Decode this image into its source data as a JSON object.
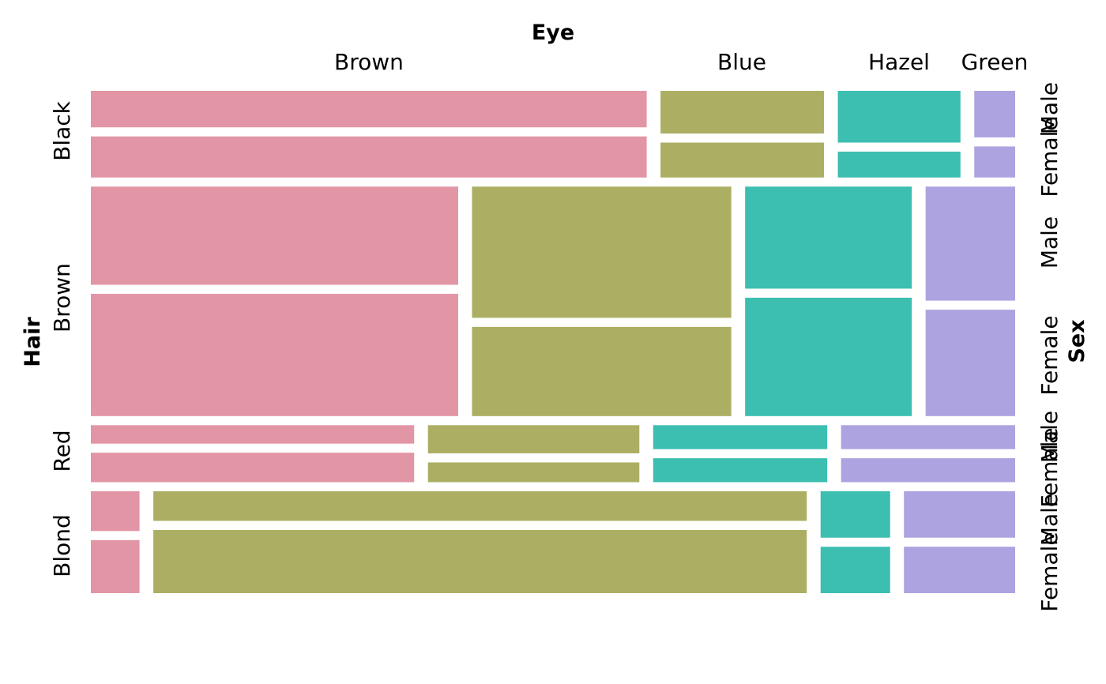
{
  "chart_data": {
    "type": "mosaic",
    "title": "",
    "xlabel": "Eye",
    "ylabel": "Hair",
    "zlabel": "Sex",
    "hair_levels": [
      "Black",
      "Brown",
      "Red",
      "Blond"
    ],
    "eye_levels": [
      "Brown",
      "Blue",
      "Hazel",
      "Green"
    ],
    "sex_levels": [
      "Male",
      "Female"
    ],
    "colors": {
      "Brown": "#E295A5",
      "Blue": "#ACAF63",
      "Hazel": "#3CBEB0",
      "Green": "#ACA3E0"
    },
    "counts": {
      "Black": {
        "Brown": [
          32,
          36
        ],
        "Blue": [
          11,
          9
        ],
        "Hazel": [
          10,
          5
        ],
        "Green": [
          3,
          2
        ]
      },
      "Brown": {
        "Brown": [
          53,
          66
        ],
        "Blue": [
          50,
          34
        ],
        "Hazel": [
          25,
          29
        ],
        "Green": [
          15,
          14
        ]
      },
      "Red": {
        "Brown": [
          10,
          16
        ],
        "Blue": [
          10,
          7
        ],
        "Hazel": [
          7,
          7
        ],
        "Green": [
          7,
          7
        ]
      },
      "Blond": {
        "Brown": [
          3,
          4
        ],
        "Blue": [
          30,
          64
        ],
        "Hazel": [
          5,
          5
        ],
        "Green": [
          8,
          8
        ]
      }
    }
  }
}
